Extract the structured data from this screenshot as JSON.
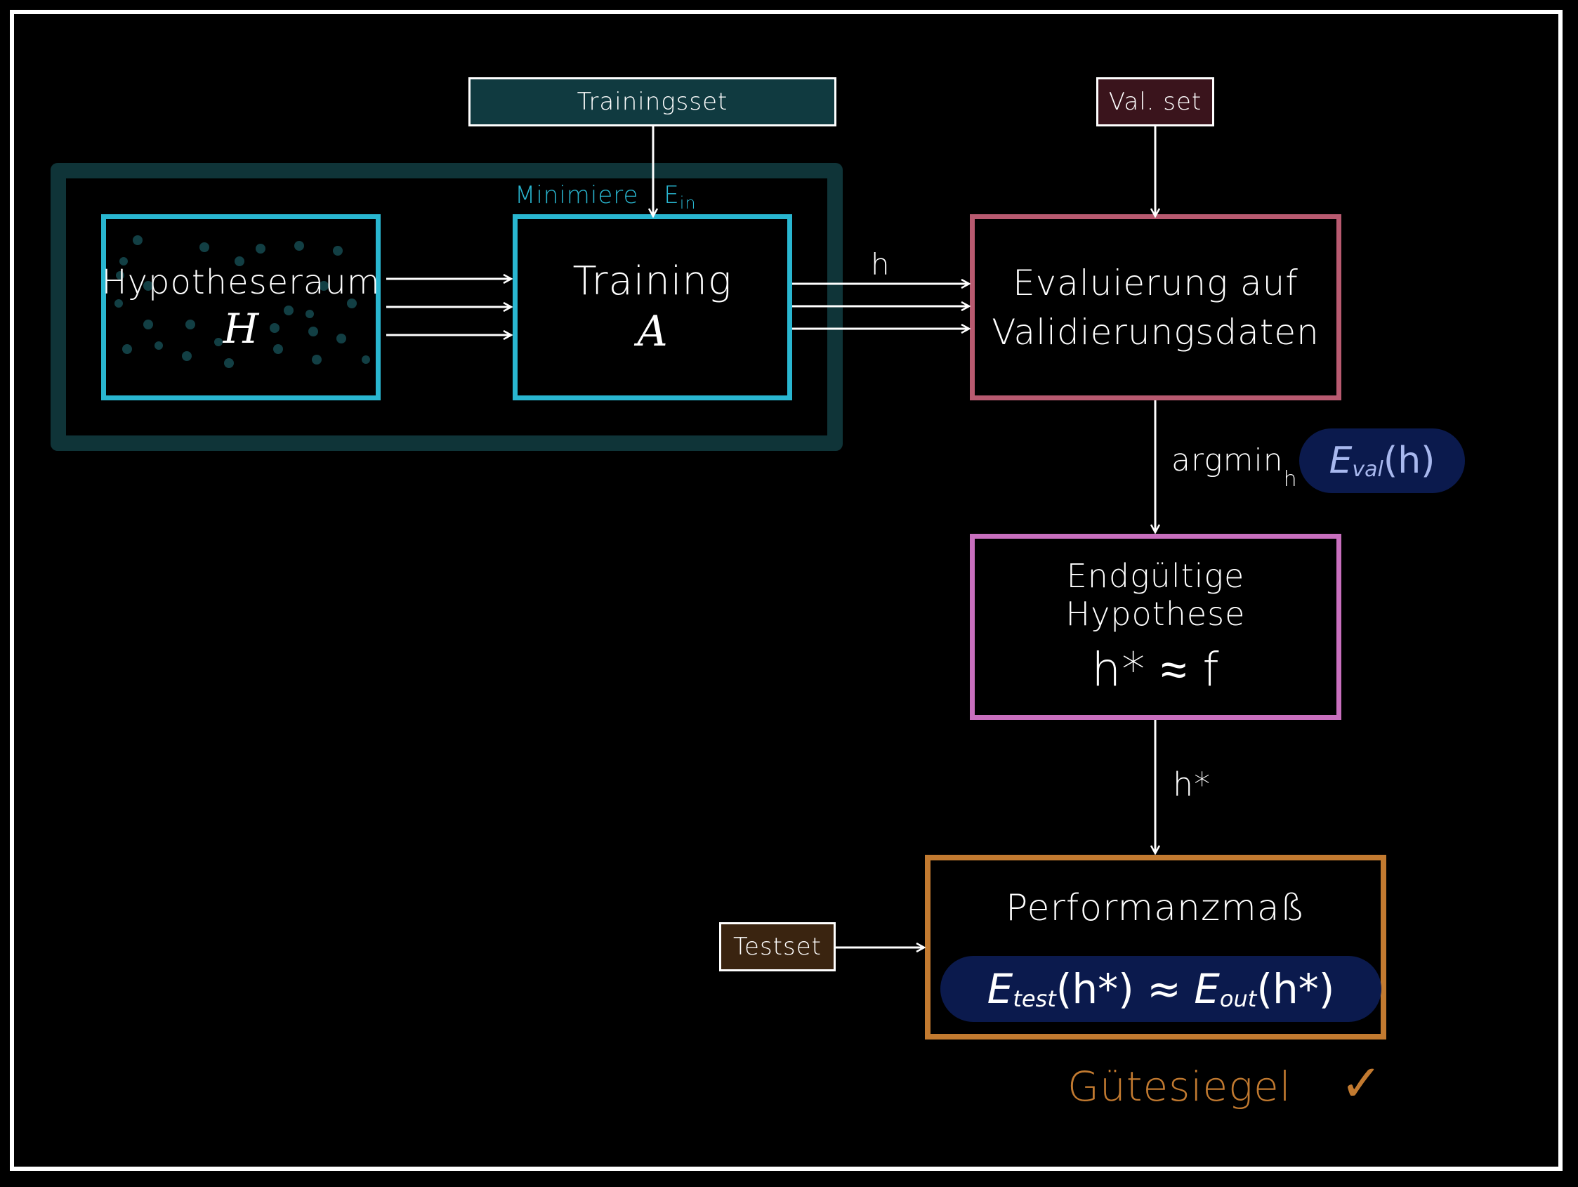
{
  "inputs": {
    "trainingsset": "Trainingsset",
    "valset": "Val. set",
    "testset": "Testset"
  },
  "hypothesis_space": {
    "title": "Hypotheseraum",
    "symbol": "H"
  },
  "training": {
    "title": "Training",
    "symbol": "A",
    "annotation_prefix": "Minimiere",
    "annotation_E": "E",
    "annotation_sub": "in"
  },
  "evaluation": {
    "line1": "Evaluierung auf",
    "line2": "Validierungsdaten"
  },
  "arrow_labels": {
    "h": "h",
    "argmin": "argmin",
    "argmin_sub": "h",
    "E": "E",
    "val_sub": "val",
    "val_arg": "(h)",
    "hstar": "h*"
  },
  "final": {
    "line1": "Endgültige Hypothese",
    "formula": "h* ≈ f"
  },
  "performance": {
    "title": "Performanzmaß",
    "E1": "E",
    "test_sub": "test",
    "arg1": "(h*) ≈ ",
    "E2": "E",
    "out_sub": "out",
    "arg2": "(h*)"
  },
  "seal": {
    "label": "Gütesiegel",
    "check": "✓"
  },
  "colors": {
    "teal": "#29b6d0",
    "teal_dark": "#0e3a40",
    "eval": "#b85a70",
    "final": "#c86fbe",
    "perf": "#c27a30",
    "navy": "#0b1a4d",
    "trainingsset_fill": "#103a40",
    "valset_fill": "#3a141c",
    "testset_fill": "#3a2410"
  }
}
